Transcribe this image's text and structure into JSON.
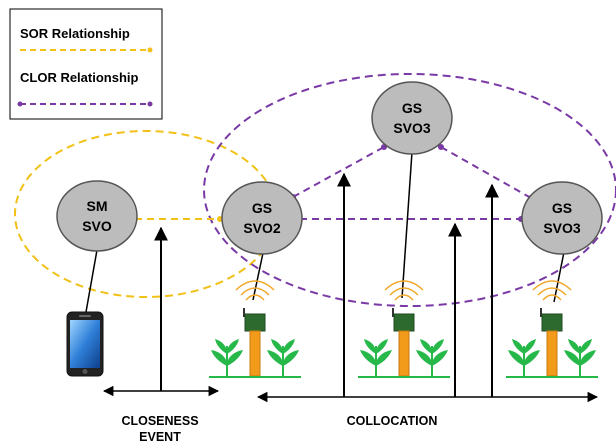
{
  "legend": {
    "sor_label": "SOR Relationship",
    "clor_label": "CLOR Relationship"
  },
  "nodes": {
    "sm_svo": {
      "line1": "SM",
      "line2": "SVO"
    },
    "gs_svo2": {
      "line1": "GS",
      "line2": "SVO2"
    },
    "gs_svo3_top": {
      "line1": "GS",
      "line2": "SVO3"
    },
    "gs_svo3_right": {
      "line1": "GS",
      "line2": "SVO3"
    }
  },
  "events": {
    "closeness_line1": "CLOSENESS",
    "closeness_line2": "EVENT",
    "collocation": "COLLOCATION"
  },
  "colors": {
    "sor": "#f2c118",
    "clor": "#7a3aa6",
    "node_fill": "#bcbcbc",
    "node_stroke": "#555555",
    "plant_leaf": "#27b84a",
    "sensor_stem": "#f29a1a",
    "sensor_box": "#2d6a2e",
    "wifi": "#f2a82a"
  },
  "icons": [
    "smartphone-icon",
    "plant-sensor-icon"
  ]
}
